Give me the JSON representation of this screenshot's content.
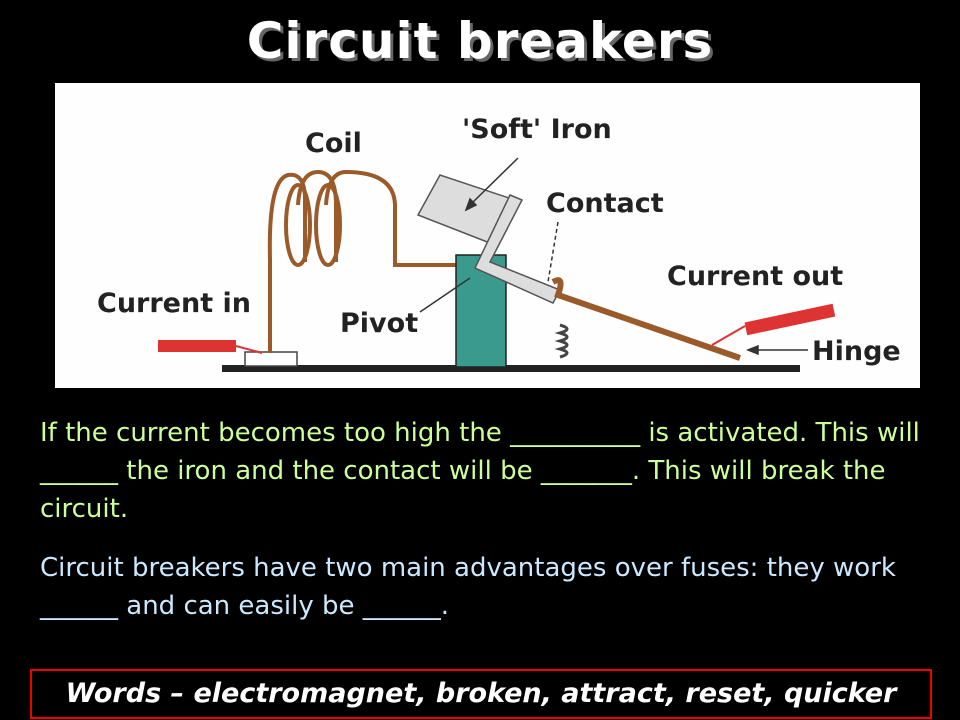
{
  "title": "Circuit breakers",
  "diagram": {
    "labels": {
      "coil": "Coil",
      "soft_iron": "'Soft' Iron",
      "contact": "Contact",
      "current_in": "Current in",
      "pivot": "Pivot",
      "current_out": "Current out",
      "hinge": "Hinge"
    }
  },
  "paragraph1": "If the current becomes too high the __________ is activated.  This will ______ the iron and the contact will be _______.  This will break the circuit.",
  "paragraph2": "Circuit breakers have two main advantages over fuses: they work ______ and can easily be ______.",
  "words_box": "Words – electromagnet, broken, attract, reset, quicker"
}
